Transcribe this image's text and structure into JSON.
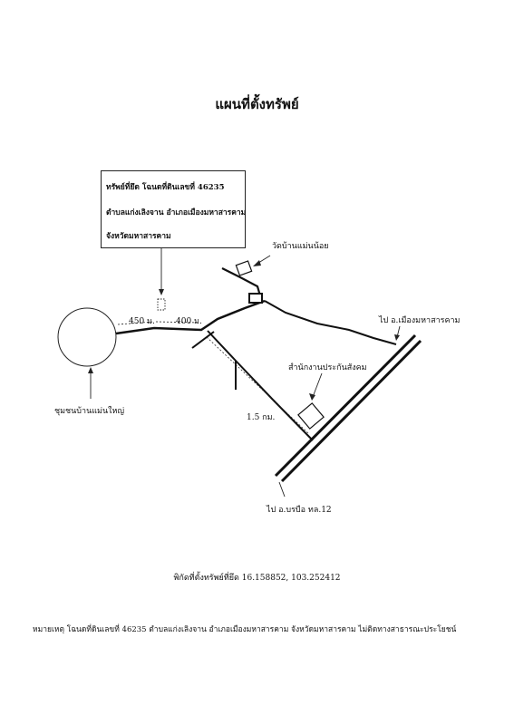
{
  "title": "แผนที่ตั้งทรัพย์",
  "property_box": {
    "line1": "ทรัพย์ที่ยึด โฉนดที่ดินเลขที่  46235",
    "line2": "ตำบลแก่งเลิงจาน อำเภอเมืองมหาสารคาม",
    "line3": "จังหวัดมหาสารคาม"
  },
  "labels": {
    "temple": "วัดบ้านแม่นน้อย",
    "to_mahasarakham": "ไป อ.เมืองมหาสารคาม",
    "social_security_office": "สำนักงานประกันสังคม",
    "community": "ชุมชนบ้านแม่นใหญ่",
    "to_borabue": "ไป อ.บรบือ ทล.12",
    "distance_450": "450 ม.",
    "distance_400": "400 ม.",
    "distance_1_5km": "1.5 กม."
  },
  "coordinates": "พิกัดที่ตั้งทรัพย์ที่ยึด 16.158852, 103.252412",
  "note": "หมายเหตุ โฉนดที่ดินเลขที่ 46235 ตำบลแก่งเลิงจาน อำเภอเมืองมหาสารคาม จังหวัดมหาสารคาม ไม่ติดทางสาธารณะประโยชน์",
  "colors": {
    "ink": "#111111",
    "paper": "#ffffff"
  }
}
